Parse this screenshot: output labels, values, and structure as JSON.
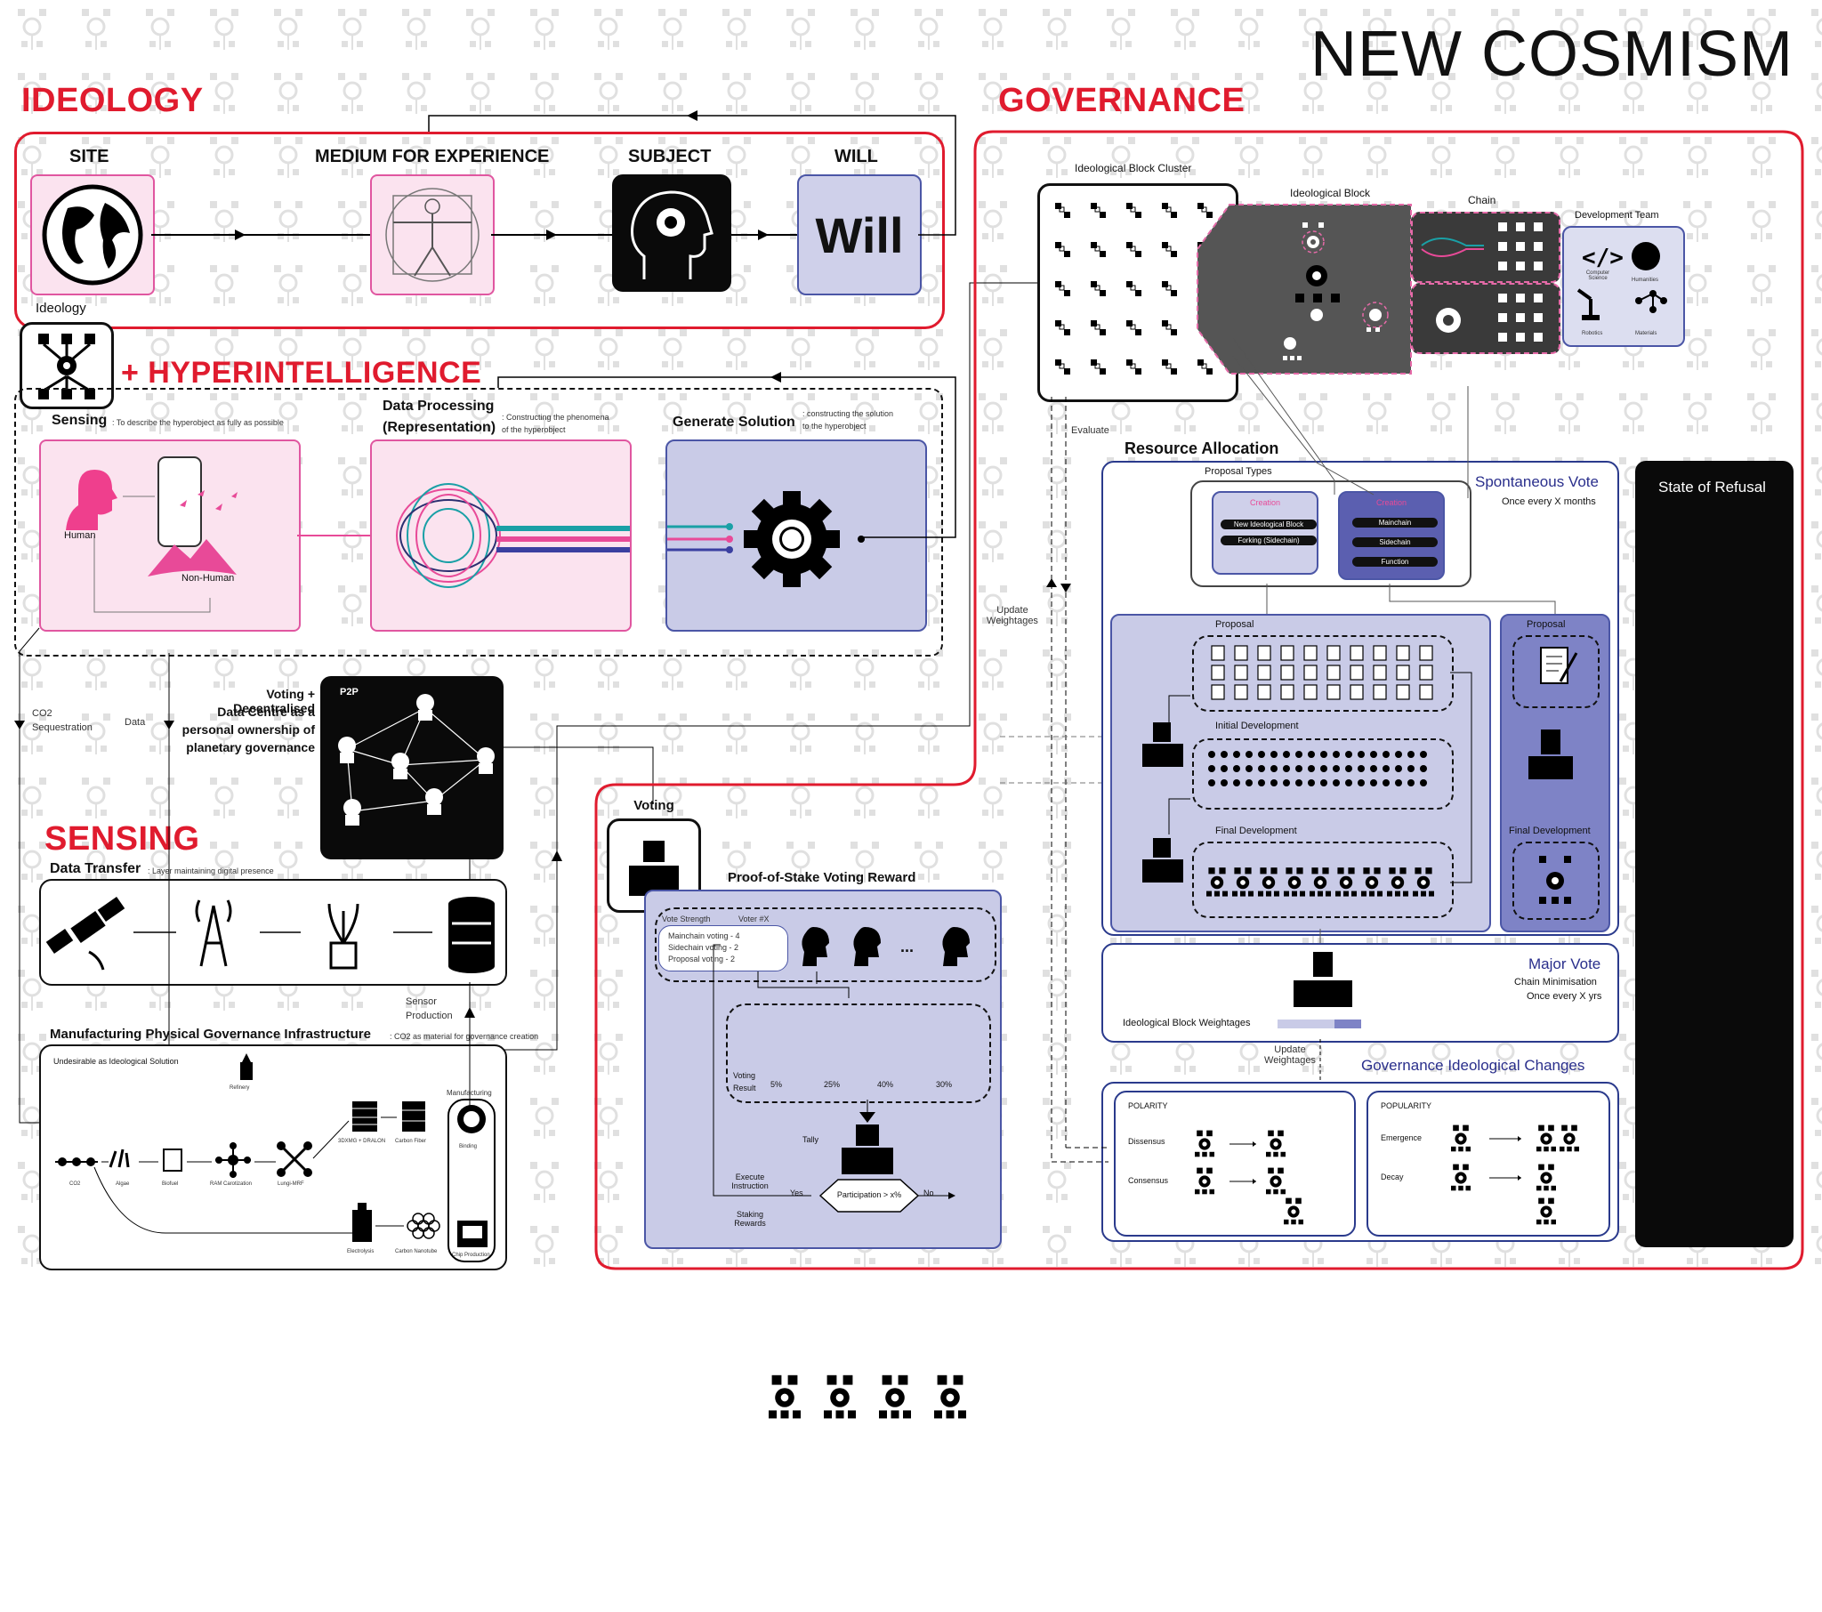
{
  "title": "NEW COSMISM",
  "sections": {
    "ideology": "IDEOLOGY",
    "governance": "GOVERNANCE",
    "hyperintelligence": "+ HYPERINTELLIGENCE",
    "sensing": "SENSING"
  },
  "ideology": {
    "site": "SITE",
    "medium": "MEDIUM FOR EXPERIENCE",
    "subject": "SUBJECT",
    "will": "WILL",
    "will_text": "Will",
    "ideology_label": "Ideology"
  },
  "hyper": {
    "sensing": "Sensing",
    "sensing_note": ": To describe the hyperobject as fully as possible",
    "data_processing": "Data Processing",
    "representation": "(Representation)",
    "dp_note1": ": Constructing the phenomena",
    "dp_note2": "of the hyperobject",
    "generate": "Generate Solution",
    "gen_note1": ": constructing the solution",
    "gen_note2": "to the hyperobject",
    "human": "Human",
    "nonhuman": "Non-Human"
  },
  "sensing": {
    "co2": "CO2",
    "sequestration": "Sequestration",
    "data": "Data",
    "voting1": "Voting + Decentralised",
    "voting2": "Data Centre as a",
    "voting3": "personal ownership of",
    "voting4": "planetary governance",
    "p2p": "P2P",
    "data_transfer": "Data Transfer",
    "dt_note": ": Layer maintaining digital presence",
    "sensor": "Sensor",
    "production": "Production",
    "mpgi": "Manufacturing Physical Governance Infrastructure",
    "mpgi_note": ": CO2 as material for governance creation",
    "undesirable": "Undesirable as Ideological Solution",
    "manufacturing": "Manufacturing",
    "refinery": "Refinery",
    "chain_items": [
      "CO2",
      "Algae",
      "Biofuel",
      "RAM Carotization",
      "Lungi-MRF"
    ],
    "materials": [
      "3DXMG + DRALON",
      "Carbon Fiber"
    ],
    "binding": "Binding",
    "electrolysis": "Electrolysis",
    "carbon_nanotube": "Carbon Nanotube",
    "chip_production": "Chip Production"
  },
  "governance": {
    "block_cluster": "Ideological Block Cluster",
    "block": "Ideological Block",
    "chain": "Chain",
    "dev_team": "Development Team",
    "dev_items": [
      "Computer Science",
      "Humanities",
      "Robotics",
      "Materials"
    ],
    "evaluate": "Evaluate",
    "update_weightages": "Update Weightages",
    "resource_allocation": "Resource Allocation",
    "proposal_types": "Proposal Types",
    "creation": "Creation",
    "creation_items": [
      "New Ideological Block",
      "Forking (Sidechain)"
    ],
    "creation2_items": [
      "Mainchain",
      "Sidechain",
      "Function"
    ],
    "spontaneous_vote": "Spontaneous Vote",
    "spont_freq": "Once every X months",
    "proposal": "Proposal",
    "initial_dev": "Initial Development",
    "final_dev": "Final Development",
    "major_vote": "Major Vote",
    "chain_min": "Chain Minimisation",
    "major_freq": "Once every X yrs",
    "block_weightages": "Ideological Block Weightages",
    "gov_changes": "Governance Ideological Changes",
    "polarity": "POLARITY",
    "popularity": "POPULARITY",
    "dissensus": "Dissensus",
    "consensus": "Consensus",
    "emergence": "Emergence",
    "decay": "Decay",
    "state_of_refusal": "State of Refusal"
  },
  "voting": {
    "voting": "Voting",
    "pos": "Proof-of-Stake Voting Reward",
    "vote_strength": "Vote Strength",
    "voter": "Voter #X",
    "mainchain_voting": "Mainchain voting - 4",
    "sidechain_voting": "Sidechain voting - 2",
    "proposal_voting": "Proposal voting - 2",
    "voting_result": "Voting Result",
    "percents": [
      "5%",
      "25%",
      "40%",
      "30%"
    ],
    "tally": "Tally",
    "execute": "Execute Instruction",
    "yes": "Yes",
    "no": "No",
    "participation": "Participation > x%",
    "staking": "Staking Rewards",
    "ellipsis": "..."
  }
}
